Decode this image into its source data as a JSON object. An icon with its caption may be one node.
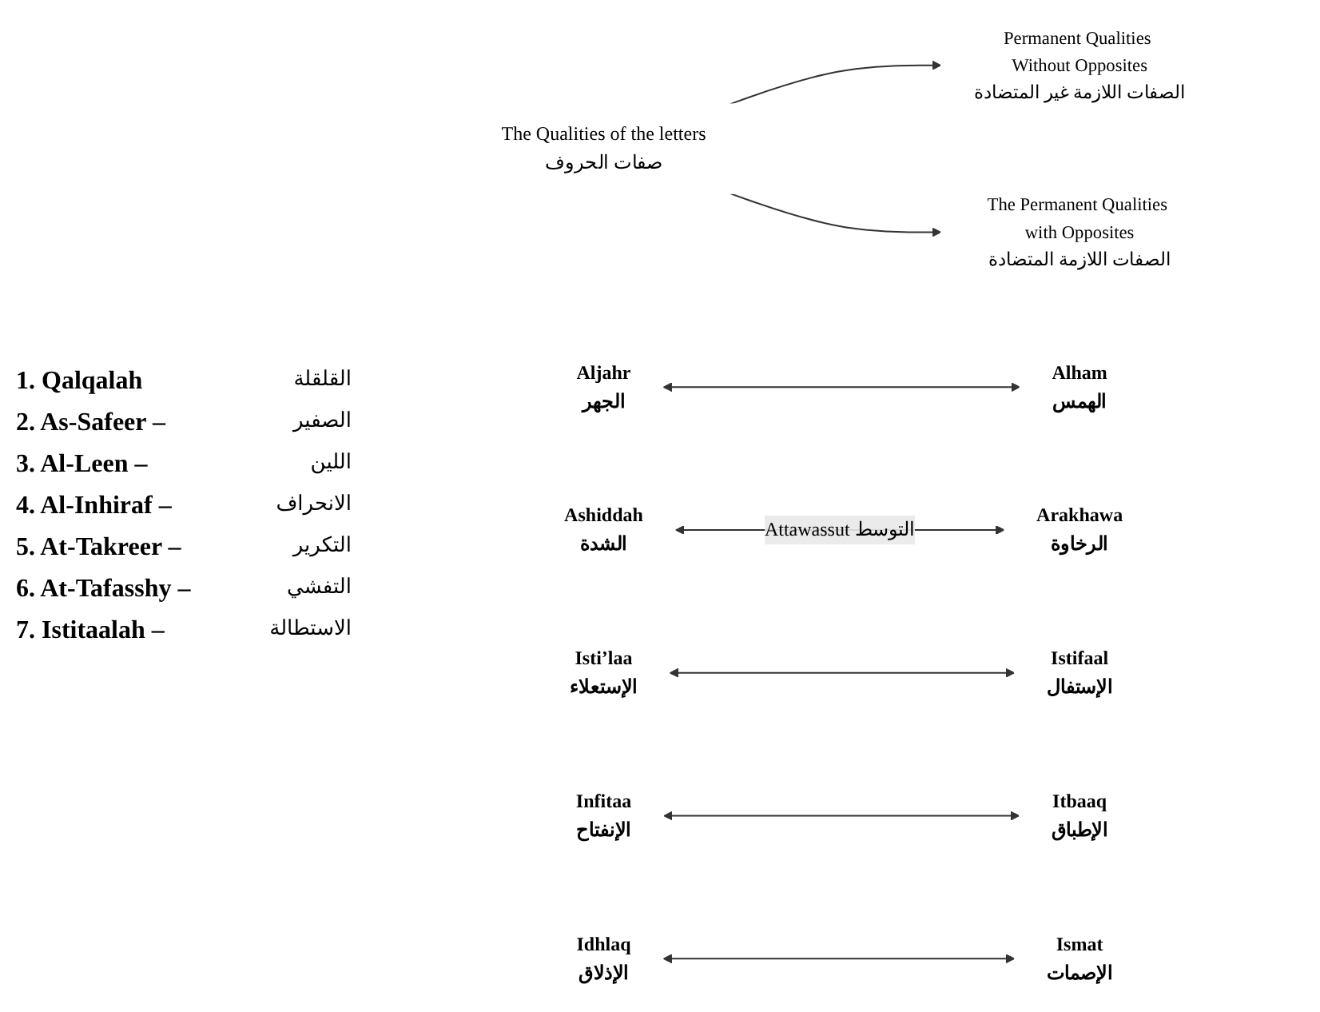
{
  "diagram": {
    "nodes": [
      {
        "text": [
          "The Qualities of the letters",
          "صفات الحروف"
        ]
      },
      {
        "text": [
          "Permanent Qualities Without Opposites",
          "الصفات اللازمة غير المتضادة"
        ]
      },
      {
        "text": [
          "The Permanent Qualities with Opposites",
          "الصفات اللازمة المتضادة"
        ]
      },
      {
        "text": [
          "Aljahr",
          "الجهر"
        ]
      },
      {
        "text": [
          "Alham",
          "الهمس"
        ]
      },
      {
        "text": [
          "Ashiddah",
          "الشدة"
        ]
      },
      {
        "text": [
          "Arakhawa",
          "الرخاوة"
        ]
      },
      {
        "text": [
          "Isti’laa",
          "الإستعلاء"
        ]
      },
      {
        "text": [
          "Istifaal",
          "الإستفال"
        ]
      },
      {
        "text": [
          "Infitaa",
          "الإنفتاح"
        ]
      },
      {
        "text": [
          "Itbaaq",
          "الإطباق"
        ]
      },
      {
        "text": [
          "Idhlaq",
          "الإذلاق"
        ]
      },
      {
        "text": [
          "Ismat",
          "الإصمات"
        ]
      }
    ],
    "edges": [
      {
        "from": 0,
        "to": 1,
        "arrow": "to"
      },
      {
        "from": 0,
        "to": 2,
        "arrow": "to"
      },
      {
        "from": 3,
        "to": 4,
        "arrow": "both"
      },
      {
        "from": 5,
        "to": 6,
        "arrow": "both",
        "label": "Attawassut التوسط"
      },
      {
        "from": 7,
        "to": 8,
        "arrow": "both"
      },
      {
        "from": 9,
        "to": 10,
        "arrow": "both"
      },
      {
        "from": 11,
        "to": 12,
        "arrow": "both"
      }
    ],
    "labels": [
      "1. Qalqalah",
      "القلقلة",
      "2. As-Safeer –",
      "الصفير",
      "3. Al-Leen –",
      "اللين",
      "4. Al-Inhiraf –",
      "الانحراف",
      "5. At-Takreer –",
      "التكرير",
      "6. At-Tafasshy –",
      "التفشي",
      "7. Istitaalah –",
      "الاستطالة"
    ]
  }
}
